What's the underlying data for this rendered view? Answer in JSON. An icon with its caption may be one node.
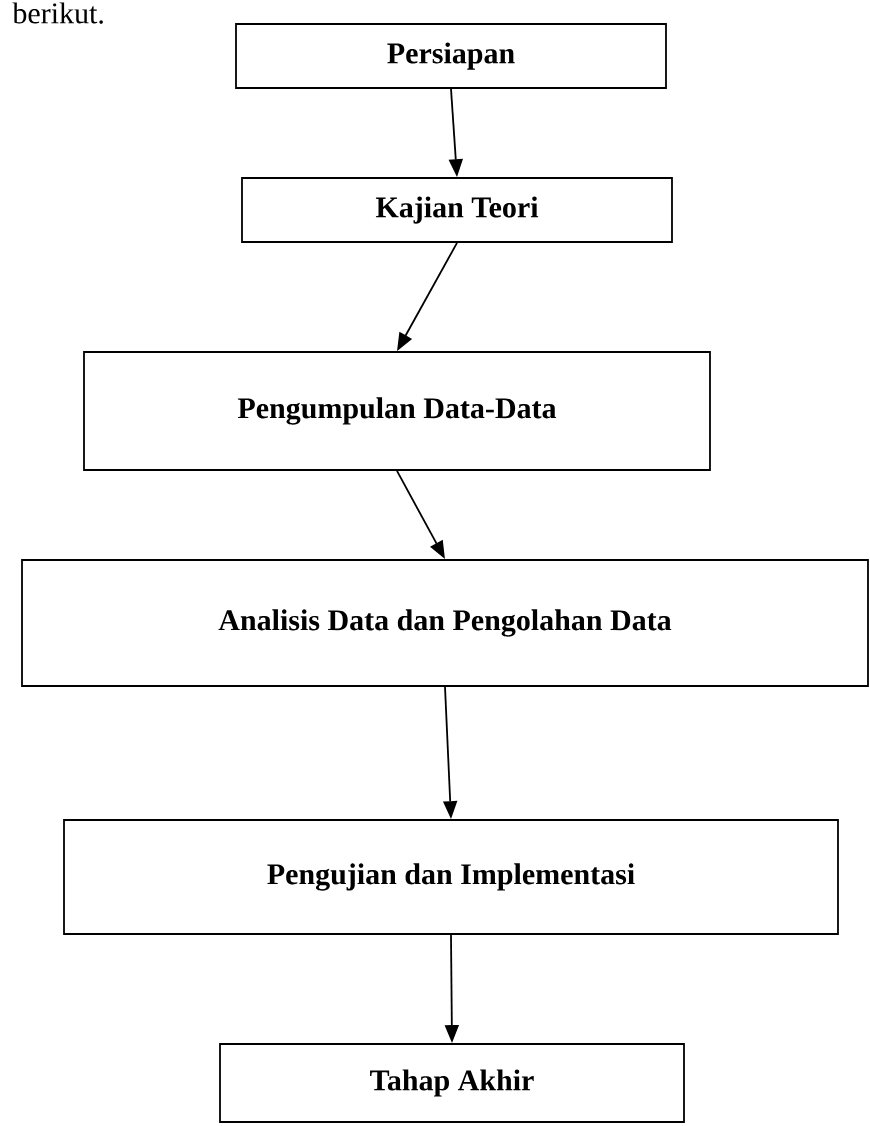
{
  "diagram": {
    "nodes": [
      {
        "text": [
          "Persiapan"
        ]
      },
      {
        "text": [
          "Kajian Teori"
        ]
      },
      {
        "text": [
          "Pengumpulan Data-Data"
        ]
      },
      {
        "text": [
          "Analisis Data dan Pengolahan Data"
        ]
      },
      {
        "text": [
          "Pengujian dan Implementasi"
        ]
      },
      {
        "text": [
          "Tahap Akhir"
        ]
      }
    ],
    "edges": [
      {
        "from": 0,
        "to": 1,
        "arrow": "to"
      },
      {
        "from": 1,
        "to": 2,
        "arrow": "to"
      },
      {
        "from": 2,
        "to": 3,
        "arrow": "to"
      },
      {
        "from": 3,
        "to": 4,
        "arrow": "to"
      },
      {
        "from": 4,
        "to": 5,
        "arrow": "to"
      }
    ],
    "labels": [
      "berikut."
    ]
  }
}
